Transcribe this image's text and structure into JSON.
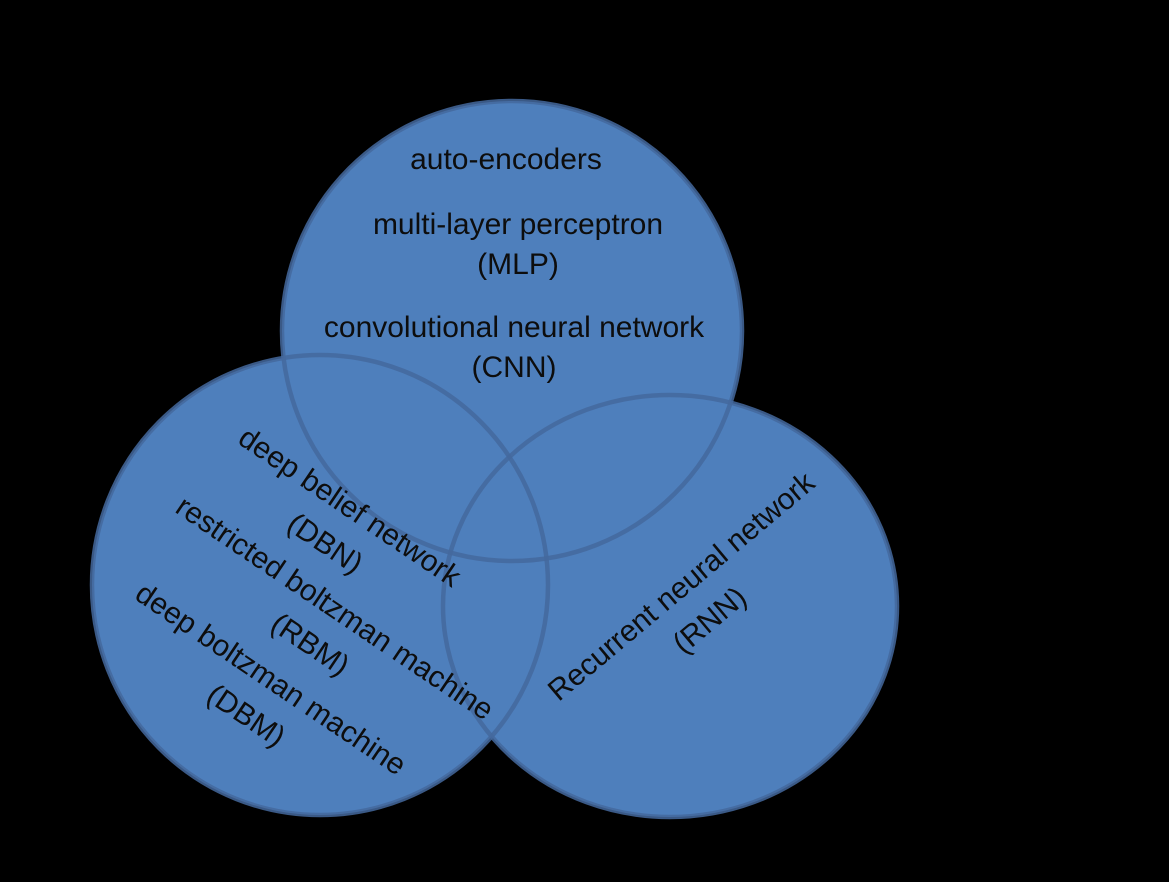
{
  "diagram": {
    "type": "venn",
    "background": "#000000",
    "circle_fill": "#4e7fbc",
    "circle_stroke": "#44689e",
    "text_color": "#0d0d0d",
    "sets": [
      {
        "id": "top",
        "items": [
          "auto-encoders",
          "multi-layer perceptron (MLP)",
          "convolutional neural network (CNN)"
        ]
      },
      {
        "id": "bottom-left",
        "items": [
          "deep belief network (DBN)",
          "restricted boltzman machine (RBM)",
          "deep boltzman machine (DBM)"
        ]
      },
      {
        "id": "bottom-right",
        "items": [
          "Recurrent neural network (RNN)"
        ]
      }
    ]
  },
  "labels": {
    "auto_encoders": "auto-encoders",
    "mlp_line1": "multi-layer perceptron",
    "mlp_line2": "(MLP)",
    "cnn_line1": "convolutional neural network",
    "cnn_line2": "(CNN)",
    "dbn_line1": "deep belief network",
    "dbn_line2": "(DBN)",
    "rbm_line1": "restricted boltzman machine",
    "rbm_line2": "(RBM)",
    "dbm_line1": "deep boltzman machine",
    "dbm_line2": "(DBM)",
    "rnn_line1": "Recurrent neural network",
    "rnn_line2": "(RNN)"
  }
}
